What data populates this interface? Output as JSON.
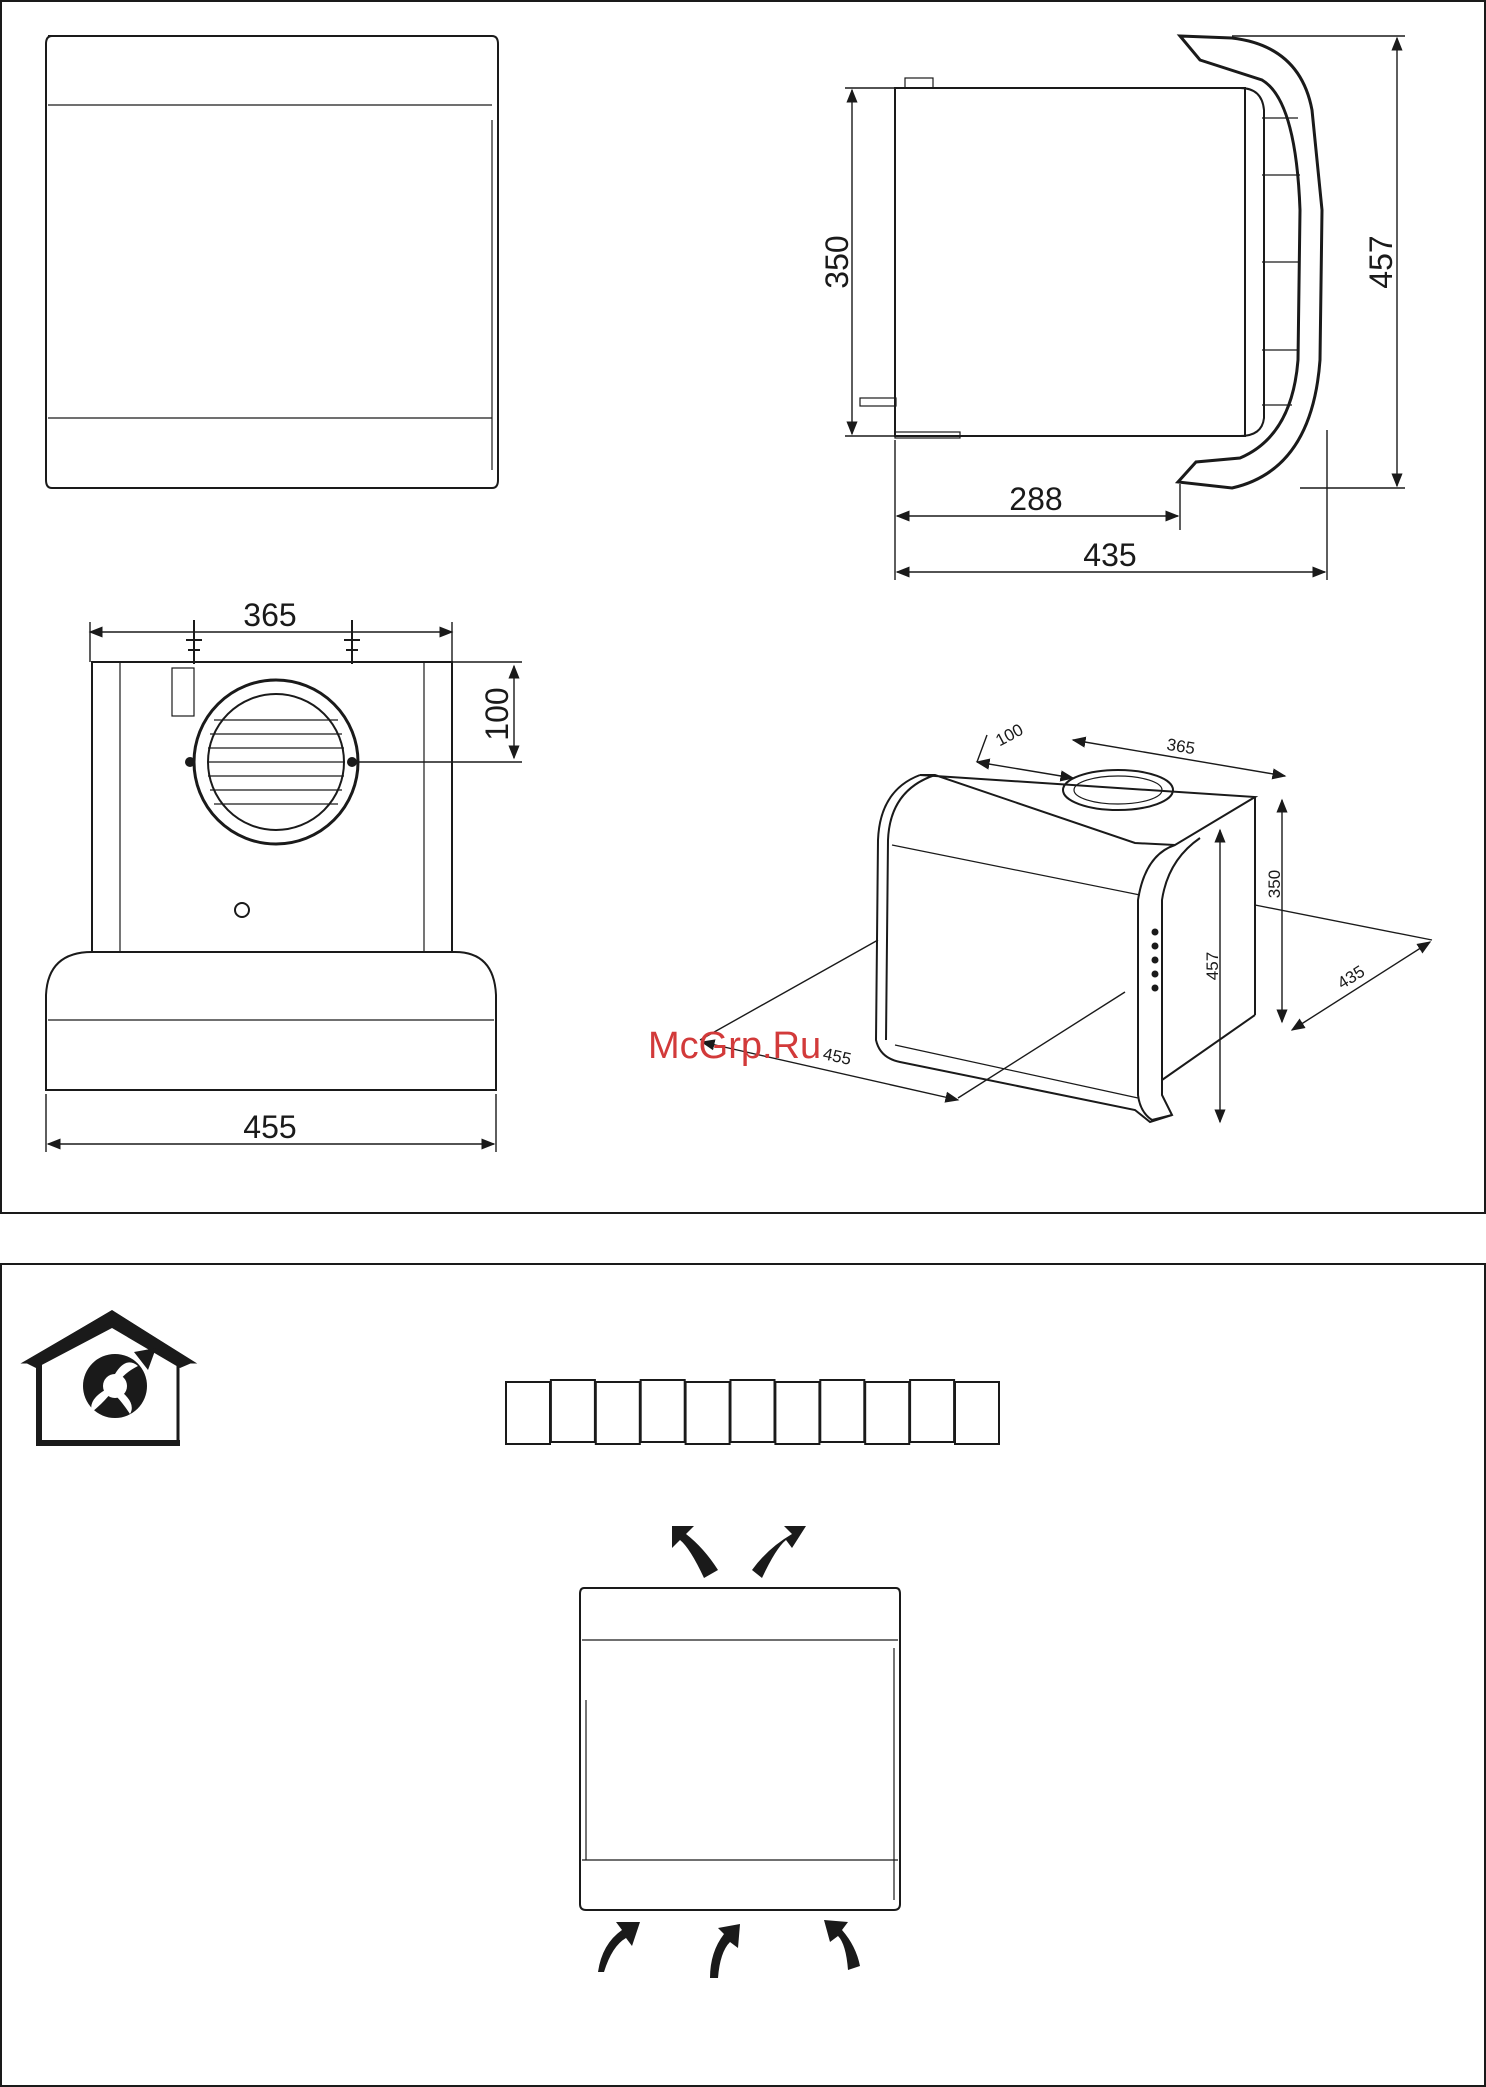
{
  "dimensions": {
    "side_height": "350",
    "total_height": "457",
    "body_depth": "288",
    "total_depth": "435",
    "motor_width": "365",
    "outlet_offset": "100",
    "front_width": "455"
  },
  "iso_dimensions": {
    "offset": "100",
    "width": "365",
    "height": "350",
    "total_height": "457",
    "depth": "435",
    "front_width": "455"
  },
  "watermark": "McGrp.Ru",
  "filter_segments": 11,
  "colors": {
    "line": "#1a1a1a",
    "watermark": "#d23a3a"
  },
  "icons": {
    "recirculation": "house-fan-icon"
  }
}
